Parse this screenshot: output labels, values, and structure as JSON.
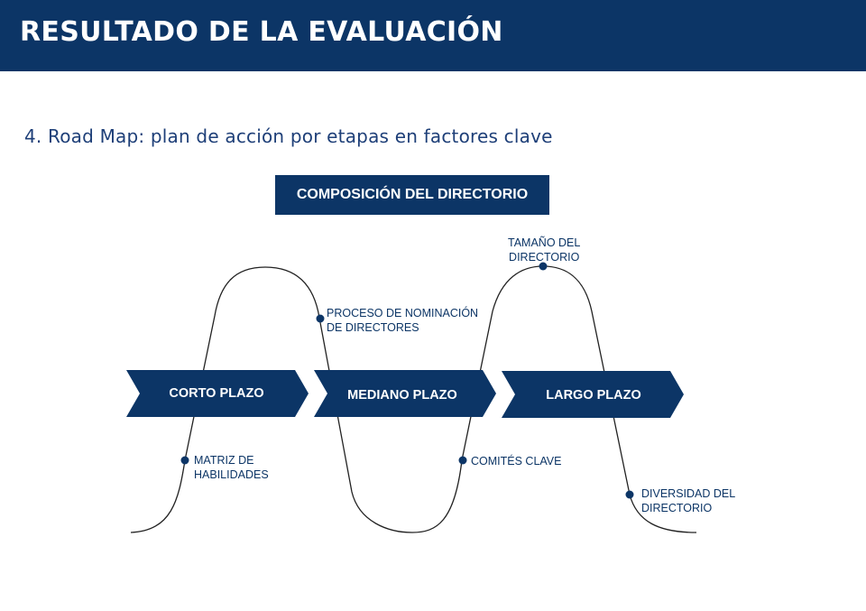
{
  "header": {
    "title": "RESULTADO DE LA EVALUACIÓN"
  },
  "subtitle": "4. Road Map: plan de acción por etapas en factores clave",
  "box_title": "COMPOSICIÓN DEL DIRECTORIO",
  "stages": {
    "short": "CORTO PLAZO",
    "medium": "MEDIANO PLAZO",
    "long": "LARGO PLAZO"
  },
  "milestones": {
    "matriz": {
      "line1": "MATRIZ DE",
      "line2": "HABILIDADES"
    },
    "proceso": {
      "line1": "PROCESO DE NOMINACIÓN",
      "line2": "DE DIRECTORES"
    },
    "comites": {
      "line1": "COMITÉS CLAVE"
    },
    "tamano": {
      "line1": "TAMAÑO DEL",
      "line2": "DIRECTORIO"
    },
    "diversidad": {
      "line1": "DIVERSIDAD DEL",
      "line2": "DIRECTORIO"
    }
  },
  "colors": {
    "navy": "#0c3566",
    "text_blue": "#1e3f78",
    "line": "#222222"
  }
}
